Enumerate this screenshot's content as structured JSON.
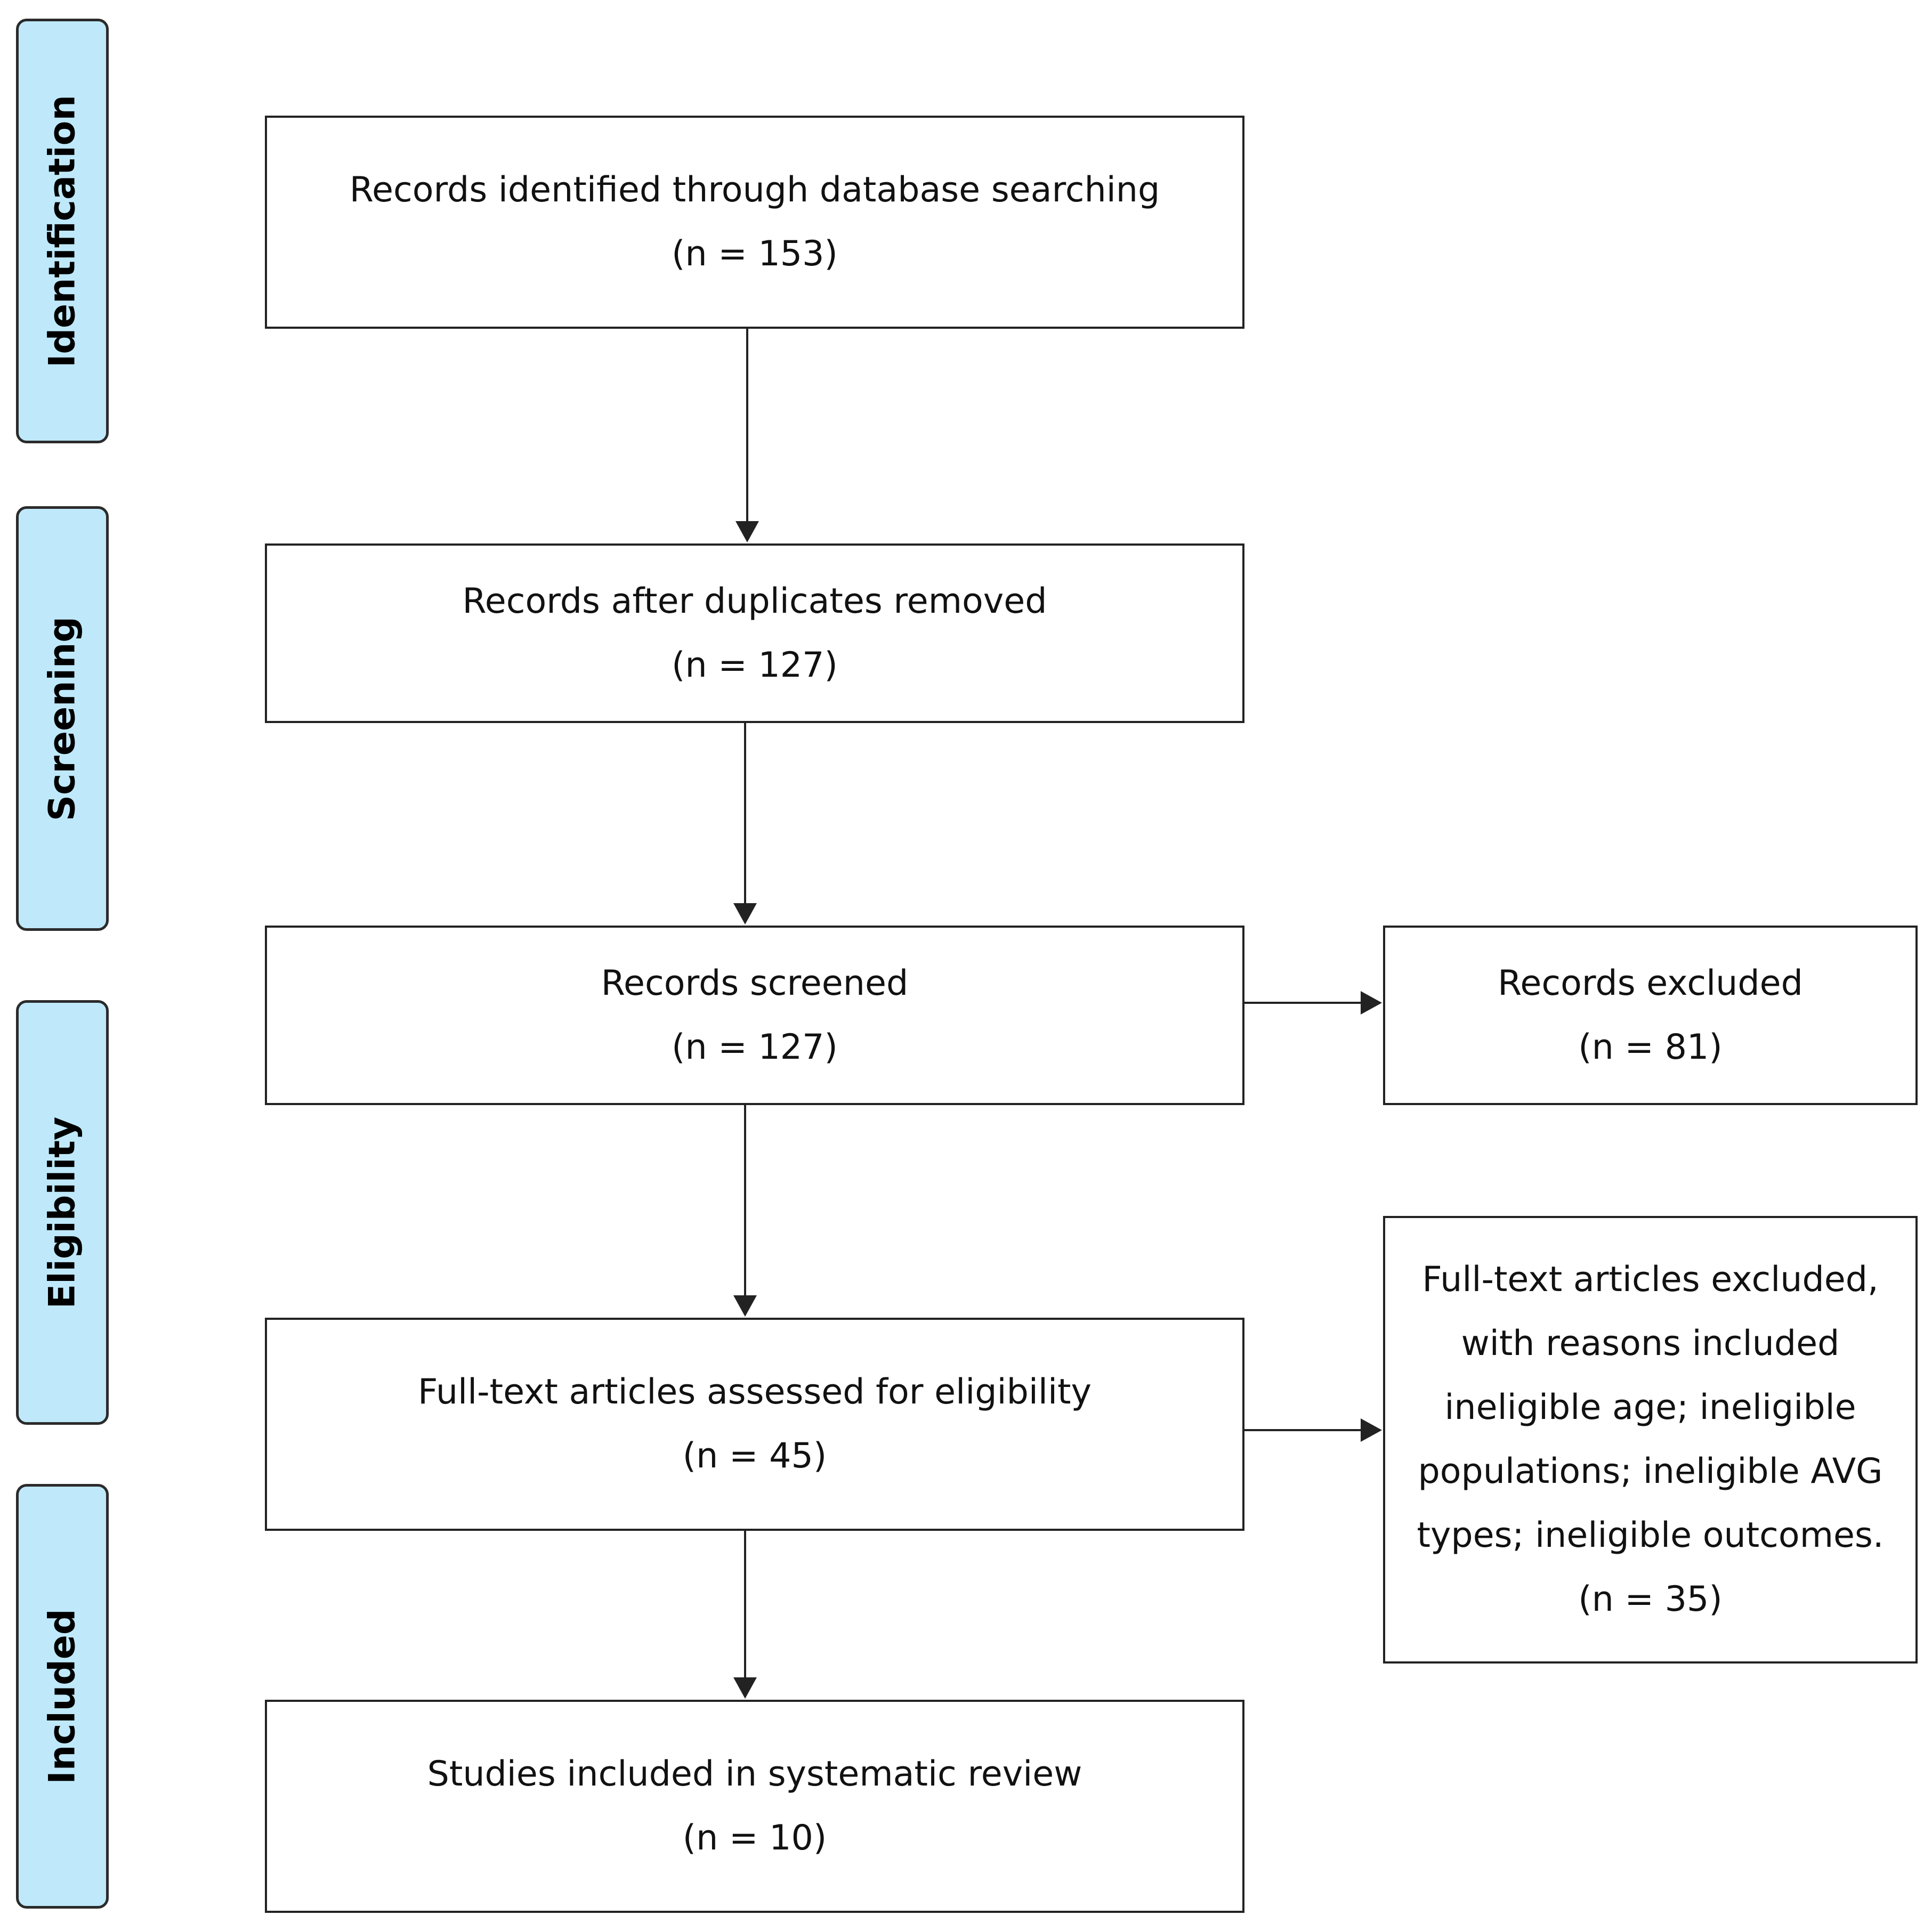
{
  "phases": [
    {
      "label": "Identification"
    },
    {
      "label": "Screening"
    },
    {
      "label": "Eligibility"
    },
    {
      "label": "Included"
    }
  ],
  "boxes": {
    "identified": {
      "line1": "Records identified through database searching",
      "line2": "(n = 153)"
    },
    "after_duplicates": {
      "line1": "Records after duplicates removed",
      "line2": "(n = 127)"
    },
    "screened": {
      "line1": "Records screened",
      "line2": "(n = 127)"
    },
    "excluded": {
      "line1": "Records excluded",
      "line2": "(n = 81)"
    },
    "fulltext_assessed": {
      "line1": "Full-text articles assessed for eligibility",
      "line2": "(n = 45)"
    },
    "fulltext_excluded": {
      "lines": [
        "Full-text articles excluded,",
        "with reasons included",
        "ineligible age; ineligible",
        "populations; ineligible AVG",
        "types; ineligible outcomes.",
        "(n = 35)"
      ]
    },
    "included": {
      "line1": "Studies included in systematic review",
      "line2": "(n = 10)"
    }
  },
  "colors": {
    "phase_fill": "#bfe9fb",
    "border": "#222222"
  }
}
